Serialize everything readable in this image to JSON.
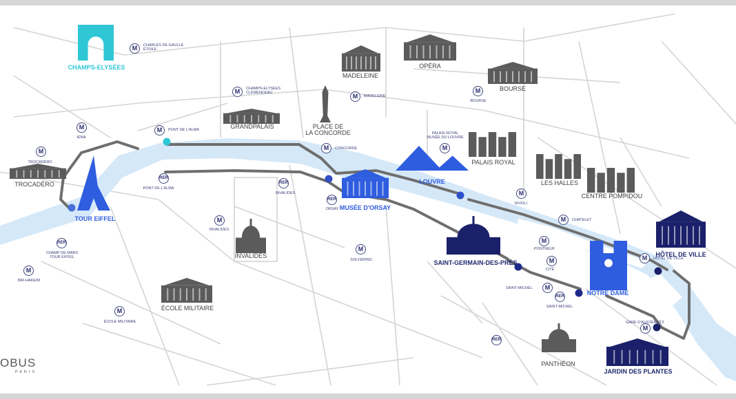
{
  "brand": {
    "name": "OBUS",
    "city": "PARIS",
    "swoosh_color": "#7a2fa6"
  },
  "colors": {
    "river": "#d5e8f8",
    "route": "#6e6e6e",
    "streets": "#d4d4d4",
    "grey_monument": "#5b5b5b",
    "blue_monument": "#2f5ddf",
    "navy_monument": "#1a2069",
    "cyan_monument": "#2fc7d6",
    "badge_text": "#2a2f70"
  },
  "monuments": [
    {
      "key": "champs",
      "label": "CHAMPS-ELYSÉES",
      "style": "cyan",
      "icon": "arc-de-triomphe-icon"
    },
    {
      "key": "madeleine",
      "label": "MADELEINE",
      "style": "grey",
      "icon": "madeleine-icon"
    },
    {
      "key": "opera",
      "label": "OPÉRA",
      "style": "grey",
      "icon": "opera-icon"
    },
    {
      "key": "bourse",
      "label": "BOURSE",
      "style": "grey",
      "icon": "bourse-icon"
    },
    {
      "key": "grandpalais",
      "label": "GRANDPALAIS",
      "style": "grey",
      "icon": "grand-palais-icon"
    },
    {
      "key": "concorde",
      "label": "PLACE DE\nLA CONCORDE",
      "style": "grey",
      "icon": "obelisk-icon"
    },
    {
      "key": "palaisroyal",
      "label": "PALAIS ROYAL",
      "style": "grey",
      "icon": "palais-royal-icon"
    },
    {
      "key": "louvre",
      "label": "LOUVRE",
      "style": "blue",
      "icon": "louvre-pyramid-icon"
    },
    {
      "key": "leshalles",
      "label": "LES HALLES",
      "style": "grey",
      "icon": "les-halles-icon"
    },
    {
      "key": "pompidou",
      "label": "CENTRE POMPIDOU",
      "style": "grey",
      "icon": "centre-pompidou-icon"
    },
    {
      "key": "trocadero",
      "label": "TROCADÉRO",
      "style": "grey",
      "icon": "trocadero-icon"
    },
    {
      "key": "eiffel",
      "label": "TOUR EIFFEL",
      "style": "blue",
      "icon": "eiffel-tower-icon"
    },
    {
      "key": "orsay",
      "label": "MUSÉE D'ORSAY",
      "style": "blue",
      "icon": "musee-orsay-icon"
    },
    {
      "key": "invalides",
      "label": "INVALIDES",
      "style": "grey",
      "icon": "invalides-icon"
    },
    {
      "key": "sgdp",
      "label": "SAINT-GERMAIN-DES-PRÈS",
      "style": "navy",
      "icon": "saint-germain-icon"
    },
    {
      "key": "notredame",
      "label": "NOTRE DAME",
      "style": "blue",
      "icon": "notre-dame-icon"
    },
    {
      "key": "hoteldeville",
      "label": "HÔTEL DE VILLE",
      "style": "navy",
      "icon": "hotel-de-ville-icon"
    },
    {
      "key": "ecolemilitaire",
      "label": "ÉCOLE MILITAIRE",
      "style": "grey",
      "icon": "ecole-militaire-icon"
    },
    {
      "key": "pantheon",
      "label": "PANTHÉON",
      "style": "grey",
      "icon": "pantheon-icon"
    },
    {
      "key": "jardin",
      "label": "JARDIN DES PLANTES",
      "style": "navy",
      "icon": "jardin-des-plantes-icon"
    }
  ],
  "stations": [
    {
      "type": "M",
      "name": "CHARLES DE GAULLE\nÉTOILE"
    },
    {
      "type": "M",
      "name": "CHAMPS-ELYSÉES\nCLÉMENCEAU"
    },
    {
      "type": "M",
      "name": "MADELEINE"
    },
    {
      "type": "M",
      "name": "BOURSE"
    },
    {
      "type": "M",
      "name": "IÉNA"
    },
    {
      "type": "M",
      "name": "PONT DE L'ALMA"
    },
    {
      "type": "M",
      "name": "TROCADÉRO"
    },
    {
      "type": "M",
      "name": "CONCORDE"
    },
    {
      "type": "M",
      "name": "PALAIS ROYAL\nMUSÉE DU LOUVRE"
    },
    {
      "type": "RER",
      "name": "PONT DE L'ALMA"
    },
    {
      "type": "RER",
      "name": "INVALIDES"
    },
    {
      "type": "RER",
      "name": "ORSAY"
    },
    {
      "type": "M",
      "name": "RIVOLI"
    },
    {
      "type": "M",
      "name": "CHATELET"
    },
    {
      "type": "M",
      "name": "INVALIDES"
    },
    {
      "type": "RER",
      "name": "CHAMP DE MARS\nTOUR EIFFEL"
    },
    {
      "type": "M",
      "name": "SOLFÉRINO"
    },
    {
      "type": "M",
      "name": "PONTNEUF"
    },
    {
      "type": "M",
      "name": "CITÉ"
    },
    {
      "type": "M",
      "name": "HÔTEL DE VILLE"
    },
    {
      "type": "M",
      "name": "BIR-HAKEIM"
    },
    {
      "type": "M",
      "name": "SAINT-MICHEL"
    },
    {
      "type": "RER",
      "name": "SAINT-MICHEL"
    },
    {
      "type": "M",
      "name": "ÉCOLE MILITAIRE"
    },
    {
      "type": "M",
      "name": "GARE D'AUSTERLITZ"
    },
    {
      "type": "RER",
      "name": ""
    },
    {
      "type": "M",
      "name": ""
    }
  ]
}
